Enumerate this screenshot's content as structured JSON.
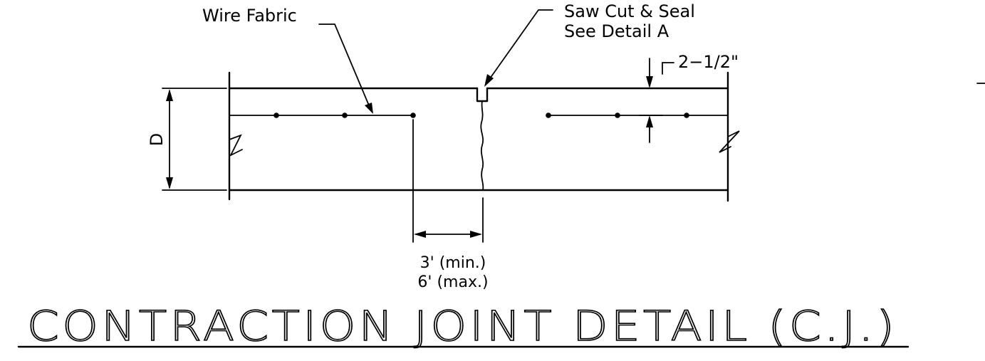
{
  "labels": {
    "wire_fabric": "Wire Fabric",
    "saw_cut_line1": "Saw Cut & Seal",
    "saw_cut_line2": "See Detail A",
    "cover_depth": "2−1/2\"",
    "depth": "D",
    "spacing_min": "3' (min.)",
    "spacing_max": "6' (max.)"
  },
  "title": "CONTRACTION JOINT DETAIL (C.J.)"
}
